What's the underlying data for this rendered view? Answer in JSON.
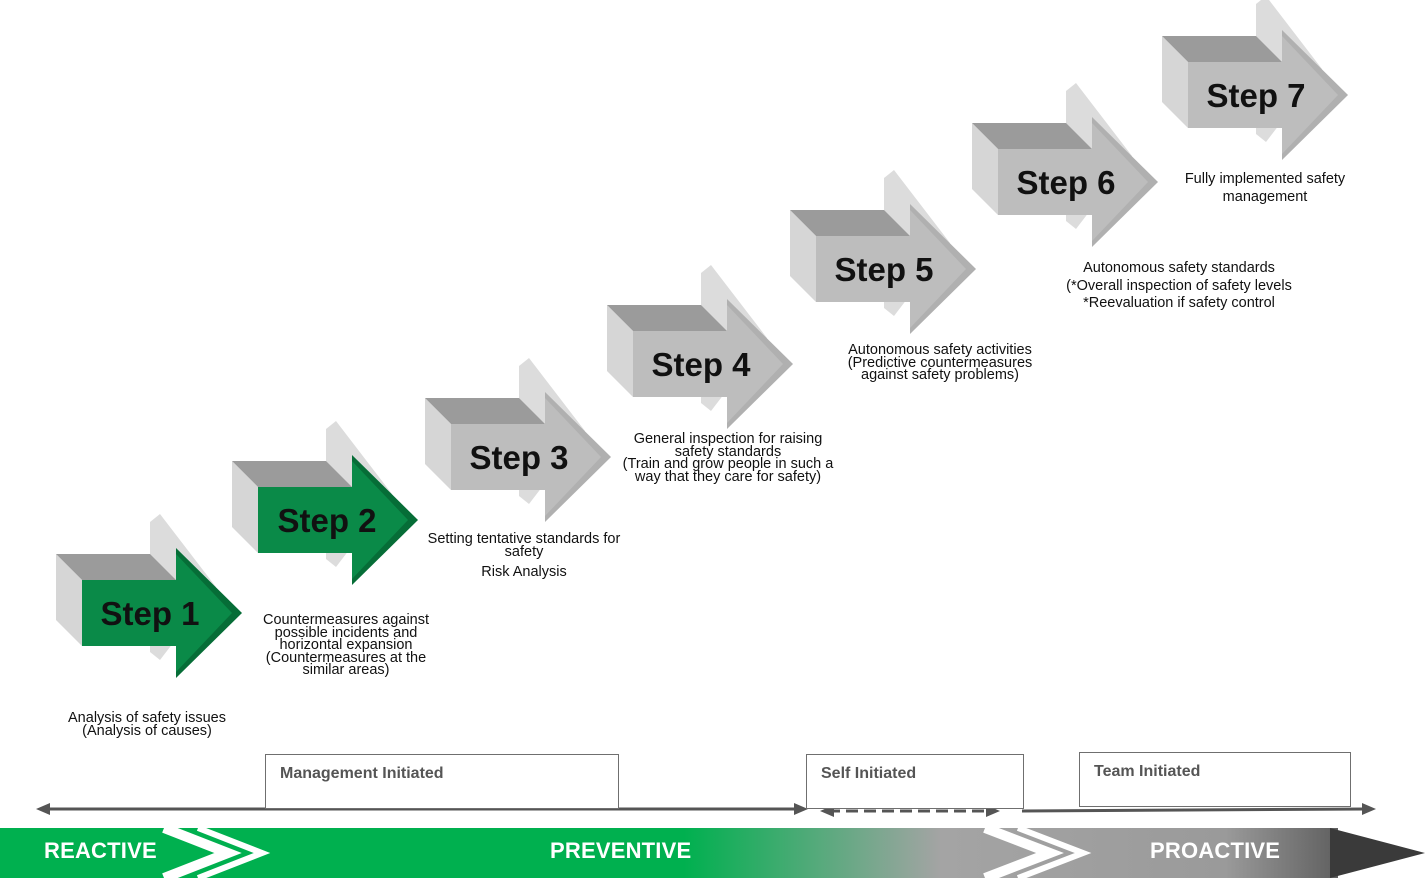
{
  "steps": [
    {
      "label": "Step 1",
      "style": "green"
    },
    {
      "label": "Step 2",
      "style": "green"
    },
    {
      "label": "Step 3",
      "style": "gray"
    },
    {
      "label": "Step 4",
      "style": "gray"
    },
    {
      "label": "Step 5",
      "style": "gray"
    },
    {
      "label": "Step 6",
      "style": "gray"
    },
    {
      "label": "Step 7",
      "style": "gray"
    }
  ],
  "descriptions": {
    "step1": [
      "Analysis of safety issues",
      "(Analysis of causes)"
    ],
    "step2": [
      "Countermeasures against",
      "possible incidents  and",
      "horizontal expansion",
      "(Countermeasures at the",
      "similar areas)"
    ],
    "step3": [
      "Setting tentative standards for",
      "safety"
    ],
    "step3_extra": "Risk Analysis",
    "step4": [
      "General inspection for raising",
      "safety standards",
      "(Train and grow people in such a",
      "way that they care for safety)"
    ],
    "step5": [
      "Autonomous  safety activities",
      "(Predictive countermeasures",
      "against safety problems)"
    ],
    "step6": [
      "Autonomous safety standards",
      "(*Overall inspection of safety levels",
      "*Reevaluation if safety control"
    ],
    "step7": [
      "Fully implemented safety",
      "management"
    ]
  },
  "initiatives": {
    "management": "Management Initiated",
    "self": "Self Initiated",
    "team": "Team Initiated"
  },
  "phases": {
    "reactive": "REACTIVE",
    "preventive": "PREVENTIVE",
    "proactive": "PROACTIVE"
  },
  "colors": {
    "green_front": "#0a8a48",
    "green_side": "#066d37",
    "gray_front": "#bdbdbd",
    "gray_top": "#9b9b9b",
    "gray_back": "#dcdcdc",
    "bar_green": "#00b04f",
    "bar_dark": "#3f3f3f"
  }
}
